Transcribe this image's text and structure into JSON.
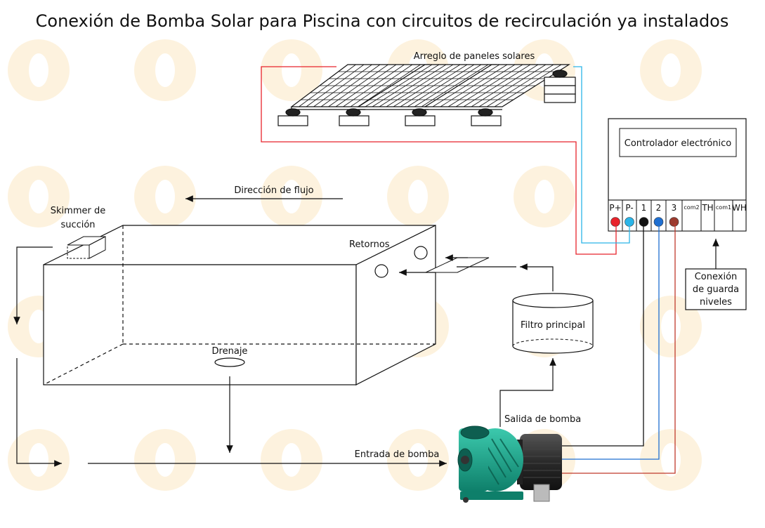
{
  "title": "Conexión de Bomba Solar para Piscina con circuitos de recirculación ya instalados",
  "labels": {
    "panels": "Arreglo de paneles solares",
    "controller": "Controlador electrónico",
    "flow_direction": "Dirección de flujo",
    "skimmer_line1": "Skimmer de",
    "skimmer_line2": "succión",
    "returns": "Retornos",
    "drain": "Drenaje",
    "filter": "Filtro principal",
    "pump_outlet": "Salida de bomba",
    "pump_inlet": "Entrada de bomba",
    "level_guard_line1": "Conexión",
    "level_guard_line2": "de guarda",
    "level_guard_line3": "niveles"
  },
  "terminals": [
    {
      "label": "P+",
      "color": "#e8232b"
    },
    {
      "label": "P-",
      "color": "#2bb5e8"
    },
    {
      "label": "1",
      "color": "#111111"
    },
    {
      "label": "2",
      "color": "#1f6fd1"
    },
    {
      "label": "3",
      "color": "#9b3a2e"
    },
    {
      "label": "com2",
      "color": ""
    },
    {
      "label": "TH",
      "color": ""
    },
    {
      "label": "com1",
      "color": ""
    },
    {
      "label": "WH",
      "color": ""
    }
  ],
  "colors": {
    "wire_red": "#e8232b",
    "wire_blue": "#2bb5e8",
    "wire_black": "#111111",
    "wire_dark_blue": "#1f6fd1",
    "wire_brown": "#c0392b",
    "pump_body": "#1aa58c",
    "watermark": "#fde9c4"
  }
}
